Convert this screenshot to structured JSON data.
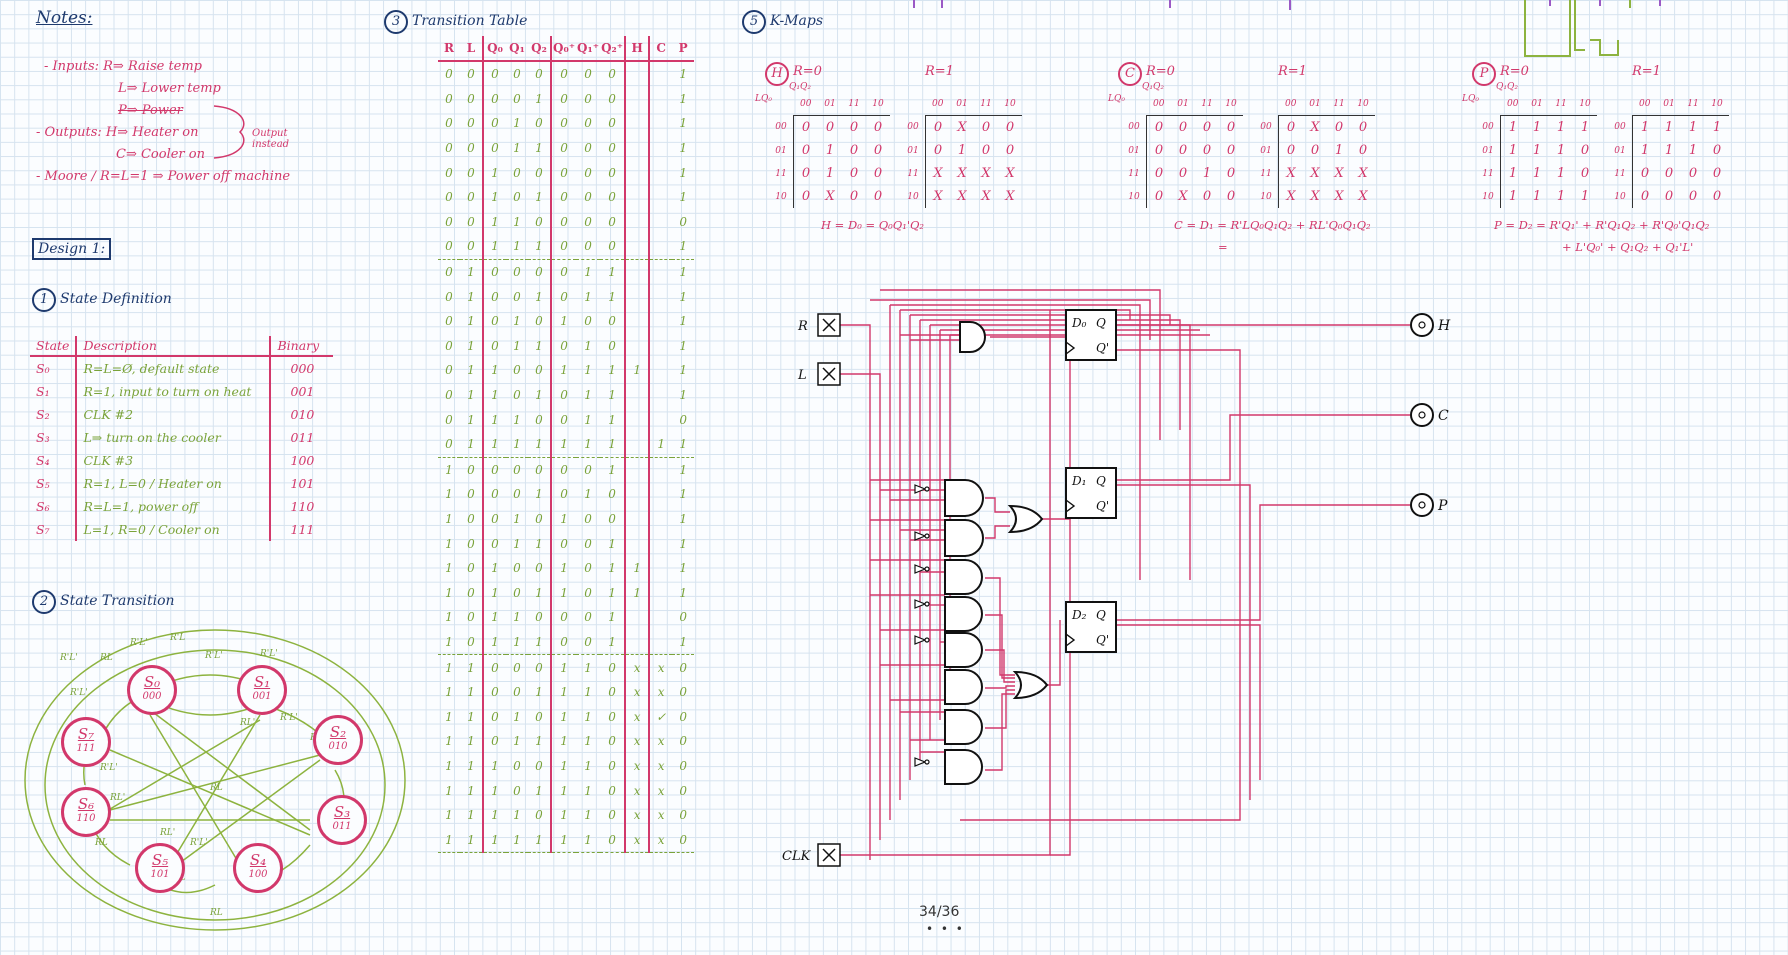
{
  "notes": {
    "title": "Notes:",
    "lines": [
      "- Inputs: R⇒ Raise temp",
      "L⇒ Lower temp",
      "P⇒ Power",
      "- Outputs: H⇒ Heater on",
      "C⇒ Cooler on",
      "- Moore / R=L=1 ⇒ Power off machine"
    ],
    "side_note": "Output instead"
  },
  "design_label": "Design 1:",
  "state_def": {
    "number": "1",
    "title": "State Definition",
    "headers": [
      "State",
      "Description",
      "Binary"
    ],
    "rows": [
      [
        "S₀",
        "R=L=Ø, default state",
        "000"
      ],
      [
        "S₁",
        "R=1, input to turn on heat",
        "001"
      ],
      [
        "S₂",
        "CLK #2",
        "010"
      ],
      [
        "S₃",
        "L⇒ turn on the cooler",
        "011"
      ],
      [
        "S₄",
        "CLK #3",
        "100"
      ],
      [
        "S₅",
        "R=1, L=0 / Heater on",
        "101"
      ],
      [
        "S₆",
        "R=L=1, power off",
        "110"
      ],
      [
        "S₇",
        "L=1, R=0 / Cooler on",
        "111"
      ]
    ]
  },
  "state_transition": {
    "number": "2",
    "title": "State Transition",
    "states": [
      {
        "name": "S₀",
        "code": "000"
      },
      {
        "name": "S₁",
        "code": "001"
      },
      {
        "name": "S₂",
        "code": "010"
      },
      {
        "name": "S₃",
        "code": "011"
      },
      {
        "name": "S₄",
        "code": "100"
      },
      {
        "name": "S₅",
        "code": "101"
      },
      {
        "name": "S₆",
        "code": "110"
      },
      {
        "name": "S₇",
        "code": "111"
      }
    ],
    "edge_labels": [
      "R'L'",
      "RL",
      "R'L",
      "RL'"
    ]
  },
  "transition_table": {
    "number": "3",
    "title": "Transition Table",
    "headers": [
      "R",
      "L",
      "Q₀",
      "Q₁",
      "Q₂",
      "Q₀⁺",
      "Q₁⁺",
      "Q₂⁺",
      "H",
      "C",
      "P"
    ],
    "rows": [
      [
        "0",
        "0",
        "0",
        "0",
        "0",
        "0",
        "0",
        "0",
        "",
        "",
        "1"
      ],
      [
        "0",
        "0",
        "0",
        "0",
        "1",
        "0",
        "0",
        "0",
        "",
        "",
        "1"
      ],
      [
        "0",
        "0",
        "0",
        "1",
        "0",
        "0",
        "0",
        "0",
        "",
        "",
        "1"
      ],
      [
        "0",
        "0",
        "0",
        "1",
        "1",
        "0",
        "0",
        "0",
        "",
        "",
        "1"
      ],
      [
        "0",
        "0",
        "1",
        "0",
        "0",
        "0",
        "0",
        "0",
        "",
        "",
        "1"
      ],
      [
        "0",
        "0",
        "1",
        "0",
        "1",
        "0",
        "0",
        "0",
        "",
        "",
        "1"
      ],
      [
        "0",
        "0",
        "1",
        "1",
        "0",
        "0",
        "0",
        "0",
        "",
        "",
        "0"
      ],
      [
        "0",
        "0",
        "1",
        "1",
        "1",
        "0",
        "0",
        "0",
        "",
        "",
        "1"
      ],
      [
        "0",
        "1",
        "0",
        "0",
        "0",
        "0",
        "1",
        "1",
        "",
        "",
        "1"
      ],
      [
        "0",
        "1",
        "0",
        "0",
        "1",
        "0",
        "1",
        "1",
        "",
        "",
        "1"
      ],
      [
        "0",
        "1",
        "0",
        "1",
        "0",
        "1",
        "0",
        "0",
        "",
        "",
        "1"
      ],
      [
        "0",
        "1",
        "0",
        "1",
        "1",
        "0",
        "1",
        "0",
        "",
        "",
        "1"
      ],
      [
        "0",
        "1",
        "1",
        "0",
        "0",
        "1",
        "1",
        "1",
        "1",
        "",
        "1"
      ],
      [
        "0",
        "1",
        "1",
        "0",
        "1",
        "0",
        "1",
        "1",
        "",
        "",
        "1"
      ],
      [
        "0",
        "1",
        "1",
        "1",
        "0",
        "0",
        "1",
        "1",
        "",
        "",
        "0"
      ],
      [
        "0",
        "1",
        "1",
        "1",
        "1",
        "1",
        "1",
        "1",
        "",
        "1",
        "1"
      ],
      [
        "1",
        "0",
        "0",
        "0",
        "0",
        "0",
        "0",
        "1",
        "",
        "",
        "1"
      ],
      [
        "1",
        "0",
        "0",
        "0",
        "1",
        "0",
        "1",
        "0",
        "",
        "",
        "1"
      ],
      [
        "1",
        "0",
        "0",
        "1",
        "0",
        "1",
        "0",
        "0",
        "",
        "",
        "1"
      ],
      [
        "1",
        "0",
        "0",
        "1",
        "1",
        "0",
        "0",
        "1",
        "",
        "",
        "1"
      ],
      [
        "1",
        "0",
        "1",
        "0",
        "0",
        "1",
        "0",
        "1",
        "1",
        "",
        "1"
      ],
      [
        "1",
        "0",
        "1",
        "0",
        "1",
        "1",
        "0",
        "1",
        "1",
        "",
        "1"
      ],
      [
        "1",
        "0",
        "1",
        "1",
        "0",
        "0",
        "0",
        "1",
        "",
        "",
        "0"
      ],
      [
        "1",
        "0",
        "1",
        "1",
        "1",
        "0",
        "0",
        "1",
        "",
        "",
        "1"
      ],
      [
        "1",
        "1",
        "0",
        "0",
        "0",
        "1",
        "1",
        "0",
        "x",
        "x",
        "0"
      ],
      [
        "1",
        "1",
        "0",
        "0",
        "1",
        "1",
        "1",
        "0",
        "x",
        "x",
        "0"
      ],
      [
        "1",
        "1",
        "0",
        "1",
        "0",
        "1",
        "1",
        "0",
        "x",
        "✓",
        "0"
      ],
      [
        "1",
        "1",
        "0",
        "1",
        "1",
        "1",
        "1",
        "0",
        "x",
        "x",
        "0"
      ],
      [
        "1",
        "1",
        "1",
        "0",
        "0",
        "1",
        "1",
        "0",
        "x",
        "x",
        "0"
      ],
      [
        "1",
        "1",
        "1",
        "0",
        "1",
        "1",
        "1",
        "0",
        "x",
        "x",
        "0"
      ],
      [
        "1",
        "1",
        "1",
        "1",
        "0",
        "1",
        "1",
        "0",
        "x",
        "x",
        "0"
      ],
      [
        "1",
        "1",
        "1",
        "1",
        "1",
        "1",
        "1",
        "0",
        "x",
        "x",
        "0"
      ]
    ]
  },
  "kmaps": {
    "number": "5",
    "title": "K-Maps",
    "col_header": "Q₁Q₂",
    "row_header": "LQ₀",
    "gray": [
      "00",
      "01",
      "11",
      "10"
    ],
    "maps": [
      {
        "label": "H",
        "r0_title": "R=0",
        "r1_title": "R=1",
        "r0": [
          [
            "0",
            "0",
            "0",
            "0"
          ],
          [
            "0",
            "1",
            "0",
            "0"
          ],
          [
            "0",
            "1",
            "0",
            "0"
          ],
          [
            "0",
            "X",
            "0",
            "0"
          ]
        ],
        "r1": [
          [
            "0",
            "X",
            "0",
            "0"
          ],
          [
            "0",
            "1",
            "0",
            "0"
          ],
          [
            "X",
            "X",
            "X",
            "X"
          ],
          [
            "X",
            "X",
            "X",
            "X"
          ]
        ],
        "equation": "H = D₀ = Q₀Q₁'Q₂"
      },
      {
        "label": "C",
        "r0_title": "R=0",
        "r1_title": "R=1",
        "r0": [
          [
            "0",
            "0",
            "0",
            "0"
          ],
          [
            "0",
            "0",
            "0",
            "0"
          ],
          [
            "0",
            "0",
            "1",
            "0"
          ],
          [
            "0",
            "X",
            "0",
            "0"
          ]
        ],
        "r1": [
          [
            "0",
            "X",
            "0",
            "0"
          ],
          [
            "0",
            "0",
            "1",
            "0"
          ],
          [
            "X",
            "X",
            "X",
            "X"
          ],
          [
            "X",
            "X",
            "X",
            "X"
          ]
        ],
        "equation": "C = D₁ = R'LQ₀Q₁Q₂ + RL'Q₀Q₁Q₂",
        "equation2": "="
      },
      {
        "label": "P",
        "r0_title": "R=0",
        "r1_title": "R=1",
        "r0": [
          [
            "1",
            "1",
            "1",
            "1"
          ],
          [
            "1",
            "1",
            "1",
            "0"
          ],
          [
            "1",
            "1",
            "1",
            "0"
          ],
          [
            "1",
            "1",
            "1",
            "1"
          ]
        ],
        "r1": [
          [
            "1",
            "1",
            "1",
            "1"
          ],
          [
            "1",
            "1",
            "1",
            "0"
          ],
          [
            "0",
            "0",
            "0",
            "0"
          ],
          [
            "0",
            "0",
            "0",
            "0"
          ]
        ],
        "equation": "P = D₂ = R'Q₁' + R'Q₁Q₂ + R'Q₀'Q₁Q₂",
        "equation2": "+ L'Q₀' + Q₁Q₂ + Q₁'L'"
      }
    ]
  },
  "circuit": {
    "inputs": [
      "R",
      "L",
      "CLK"
    ],
    "outputs": [
      "H",
      "C",
      "P"
    ],
    "flipflops": [
      {
        "d": "D₀",
        "q": "Q",
        "qn": "Q'"
      },
      {
        "d": "D₁",
        "q": "Q",
        "qn": "Q'"
      },
      {
        "d": "D₂",
        "q": "Q",
        "qn": "Q'"
      }
    ]
  },
  "pager": {
    "counter": "34/36",
    "dots": "• • •"
  },
  "colors": {
    "navy": "#1e3a6e",
    "pink": "#d2386b",
    "green": "#7aa33a",
    "purple": "#9b59c6"
  }
}
